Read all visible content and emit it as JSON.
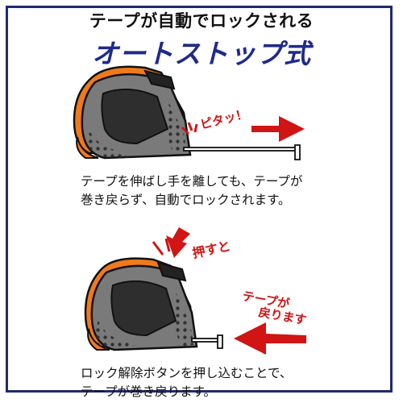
{
  "header": {
    "subtitle": "テープが自動でロックされる",
    "title": "オートストップ式"
  },
  "top_scene": {
    "sound_label": "ピタッ！",
    "caption_line1": "テープを伸ばし手を離しても、テープが",
    "caption_line2": "巻き戻らず、自動でロックされます。"
  },
  "bottom_scene": {
    "press_label": "押すと",
    "rewind_label_line1": "テープが",
    "rewind_label_line2": "戻ります",
    "caption_line1": "ロック解除ボタンを押し込むことで、",
    "caption_line2": "テープが巻き戻ります。"
  },
  "colors": {
    "frame": "#1f2a6e",
    "title": "#1f2a8a",
    "accent_red": "#d11414",
    "orange": "#f07a1a",
    "body_gray": "#777777"
  }
}
